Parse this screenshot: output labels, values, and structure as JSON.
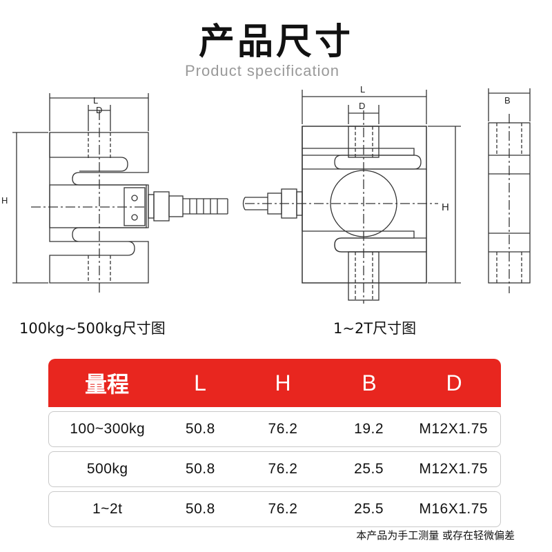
{
  "header": {
    "title": "产品尺寸",
    "subtitle": "Product specification"
  },
  "drawings": {
    "small": {
      "caption": "100kg~500kg尺寸图",
      "dim_l": "L",
      "dim_d": "D",
      "dim_h": "H"
    },
    "large": {
      "caption": "1~2T尺寸图",
      "dim_l": "L",
      "dim_d": "D",
      "dim_h": "H",
      "dim_b": "B"
    }
  },
  "table": {
    "headers": [
      "量程",
      "L",
      "H",
      "B",
      "D"
    ],
    "rows": [
      [
        "100~300kg",
        "50.8",
        "76.2",
        "19.2",
        "M12X1.75"
      ],
      [
        "500kg",
        "50.8",
        "76.2",
        "25.5",
        "M12X1.75"
      ],
      [
        "1~2t",
        "50.8",
        "76.2",
        "25.5",
        "M16X1.75"
      ]
    ]
  },
  "footer": {
    "note": "本产品为手工测量 或存在轻微偏差"
  },
  "colors": {
    "header_bg": "#e8261f",
    "subtitle": "#999999"
  }
}
